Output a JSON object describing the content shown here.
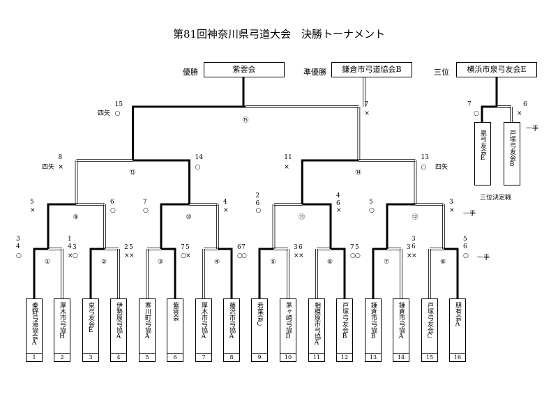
{
  "title": "第81回神奈川県弓道大会　決勝トーナメント",
  "results": {
    "winner_label": "優勝",
    "winner": "紫雲会",
    "runner_up_label": "準優勝",
    "runner_up": "鎌倉市弓道協会B",
    "third_label": "三位",
    "third": "横浜市泉弓友会E"
  },
  "teams": [
    {
      "no": "1",
      "name": "秦野弓道協会A"
    },
    {
      "no": "2",
      "name": "厚木市弓協H"
    },
    {
      "no": "3",
      "name": "泉弓友会E"
    },
    {
      "no": "4",
      "name": "伊勢原弓協A"
    },
    {
      "no": "5",
      "name": "寒川町弓協A"
    },
    {
      "no": "6",
      "name": "紫雲会"
    },
    {
      "no": "7",
      "name": "厚木市弓協A"
    },
    {
      "no": "8",
      "name": "藤沢市弓協A"
    },
    {
      "no": "9",
      "name": "若葉会C"
    },
    {
      "no": "10",
      "name": "茅ヶ崎弓協D"
    },
    {
      "no": "11",
      "name": "相模原市弓協A"
    },
    {
      "no": "12",
      "name": "戸塚弓友会B"
    },
    {
      "no": "13",
      "name": "鎌倉市弓協B"
    },
    {
      "no": "14",
      "name": "鎌倉市弓協A"
    },
    {
      "no": "15",
      "name": "戸塚弓友会C"
    },
    {
      "no": "16",
      "name": "朋有会A"
    }
  ],
  "matches": {
    "m1": "①",
    "m2": "②",
    "m3": "③",
    "m4": "④",
    "m5": "⑤",
    "m6": "⑥",
    "m7": "⑦",
    "m8": "⑧",
    "m9": "⑨",
    "m10": "⑩",
    "m11": "⑪",
    "m12": "⑫",
    "m13": "⑬",
    "m14": "⑭",
    "m15": "⑮"
  },
  "marks": {
    "circle": "○",
    "cross": "×",
    "yonya": "四矢",
    "hitote": "一手"
  },
  "scores": {
    "r1": [
      [
        "3",
        "4"
      ],
      [
        "1",
        "4"
      ],
      [
        "3"
      ],
      [
        "2"
      ],
      [
        "5"
      ],
      [
        "7"
      ],
      [
        "5"
      ],
      [
        "6"
      ],
      [
        "7"
      ],
      [
        "3"
      ],
      [
        "6"
      ],
      [
        "7"
      ],
      [
        "5"
      ],
      [
        "3"
      ],
      [
        "3",
        "6"
      ],
      [
        "5",
        "6"
      ]
    ],
    "r2": [
      "5",
      "6",
      "7",
      "4",
      "2\n6",
      "4\n6",
      "5",
      "3"
    ],
    "r3": [
      "8",
      "14",
      "11",
      "13"
    ],
    "final": [
      "15",
      "7"
    ]
  },
  "third_place": {
    "label": "三位決定戦",
    "teams": [
      "泉弓友会E",
      "戸塚弓友会B"
    ],
    "scores": [
      "7",
      "6"
    ]
  }
}
